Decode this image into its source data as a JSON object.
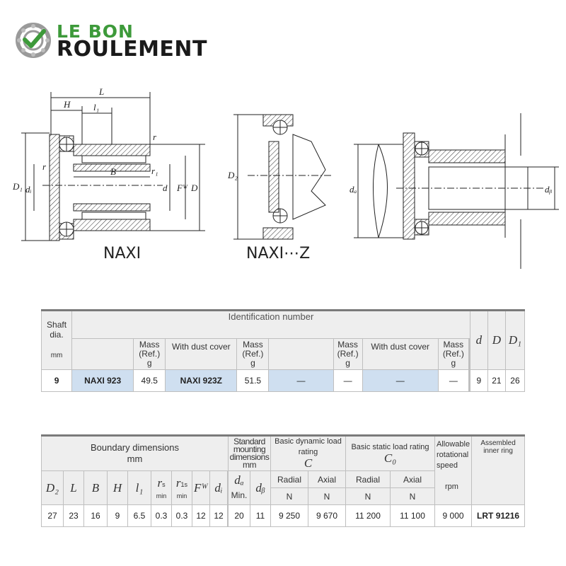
{
  "logo": {
    "line1": "LE BON",
    "line2": "ROULEMENT"
  },
  "drawing": {
    "captions": [
      "NAXI",
      "NAXI⋯Z"
    ],
    "dim_labels": {
      "L": "L",
      "H": "H",
      "l1": "l₁",
      "r": "r",
      "r1": "r₁",
      "B": "B",
      "D1": "D₁",
      "di": "dᵢ",
      "d": "d",
      "Fw": "Fᵂ",
      "D": "D",
      "D2": "D₂",
      "da": "dₐ",
      "db": "dᵦ"
    }
  },
  "table1": {
    "shaft_header": [
      "Shaft",
      "dia.",
      "mm"
    ],
    "id_header": "Identification number",
    "mass_header": [
      "Mass",
      "(Ref.)",
      "g"
    ],
    "with_dust_cover": "With dust cover",
    "d_header": "d",
    "D_header": "D",
    "D1_header": "D₁",
    "row": {
      "shaft": "9",
      "id1": "NAXI  923",
      "mass1": "49.5",
      "id2": "NAXI  923Z",
      "mass2": "51.5",
      "id3": "—",
      "mass3": "—",
      "id4": "—",
      "mass4": "—",
      "d": "9",
      "D": "21",
      "D1": "26"
    }
  },
  "table2": {
    "boundary_header": "Boundary dimensions",
    "boundary_unit": "mm",
    "mounting_header": [
      "Standard mounting",
      "dimensions"
    ],
    "mounting_unit": "mm",
    "dyn_header": "Basic dynamic load rating",
    "dyn_symbol": "C",
    "stat_header": "Basic static load rating",
    "stat_symbol": "C₀",
    "speed_header": [
      "Allowable",
      "rotational",
      "speed"
    ],
    "inner_ring_header": "Assembled inner ring",
    "cols": {
      "D2": "D₂",
      "L": "L",
      "B": "B",
      "H": "H",
      "l1": "l₁",
      "rs": "r",
      "rs_sub": "s min",
      "r1s": "r",
      "r1s_sub": "1s min",
      "Fw": "Fᵂ",
      "di": "dᵢ",
      "da": "dₐ",
      "min": "Min.",
      "db": "dᵦ",
      "radial": "Radial",
      "axial": "Axial",
      "N": "N",
      "rpm": "rpm"
    },
    "row": {
      "D2": "27",
      "L": "23",
      "B": "16",
      "H": "9",
      "l1": "6.5",
      "rs": "0.3",
      "r1s": "0.3",
      "Fw": "12",
      "di": "12",
      "da": "20",
      "db": "11",
      "dyn_radial": "9 250",
      "dyn_axial": "9 670",
      "stat_radial": "11 200",
      "stat_axial": "11 100",
      "speed": "9 000",
      "inner_ring": "LRT   91216"
    }
  }
}
